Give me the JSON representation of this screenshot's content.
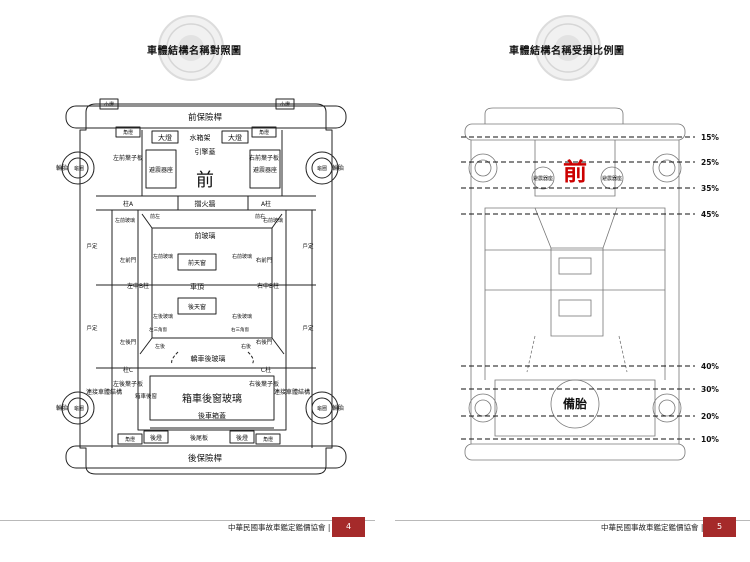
{
  "left": {
    "title": "車體結構名稱對照圖",
    "labels": {
      "front_bumper": "前保險桿",
      "rear_bumper": "後保險桿",
      "small_light": "小燈",
      "corner_light": "角燈",
      "headlight": "大燈",
      "radiator_frame": "水箱架",
      "hood": "引擎蓋",
      "front": "前",
      "wheel": "輪胎",
      "wheelwell": "龜圈",
      "shock_seat": "避震器座",
      "left_front_fender": "左前葉子板",
      "right_front_fender": "右前葉子板",
      "firewall": "擋火牆",
      "a_pillar_left": "柱A",
      "a_pillar_right": "A柱",
      "left_front_door_glass_short": "左前玻璃",
      "right_front_door_glass_short": "右前玻璃",
      "front_left_tag": "前左",
      "front_right_tag": "前右",
      "windshield": "前玻璃",
      "left_front_door": "左前門",
      "right_front_door": "右前門",
      "left_front_glass": "左前玻璃",
      "right_front_glass": "右前玻璃",
      "front_sunroof": "前天窗",
      "roof": "車頂",
      "rear_sunroof": "後天窗",
      "rocker": "戶定",
      "b_pillar_left": "左中B柱",
      "b_pillar_right": "右中B柱",
      "left_rear_glass": "左後玻璃",
      "right_rear_glass": "右後玻璃",
      "left_rear_door": "左後門",
      "right_rear_door": "右後門",
      "left_tri_window": "左三角窗",
      "right_tri_window": "右三角窗",
      "rear_left_tag": "左後",
      "rear_right_tag": "右後",
      "sedan_rear_glass": "轎車後玻璃",
      "c_pillar_left": "柱C",
      "c_pillar_right": "C柱",
      "left_rear_fender": "左後葉子板",
      "right_rear_fender": "右後葉子板",
      "left_connect": "連接車體結構",
      "right_connect": "連接車體結構",
      "hatch_rear_glass": "箱車後窗玻璃",
      "trunk_side": "箱車後窗",
      "trunk_lid": "後車箱蓋",
      "tail_light": "後燈",
      "rear_apron": "後尾板"
    }
  },
  "right": {
    "title": "車體結構名稱受損比例圖",
    "front_label": "前",
    "shock_seat": "避震器座",
    "spare_tire": "備胎",
    "percentages_top": [
      "15%",
      "25%",
      "35%",
      "45%"
    ],
    "percentages_bottom": [
      "40%",
      "30%",
      "20%",
      "10%"
    ]
  },
  "footer": {
    "association": "中華民國事故車鑑定鑑價協會",
    "separator": "|",
    "page_left": "4",
    "page_right": "5"
  },
  "colors": {
    "page_badge": "#a52a2a",
    "front_mark": "#cc0000"
  }
}
